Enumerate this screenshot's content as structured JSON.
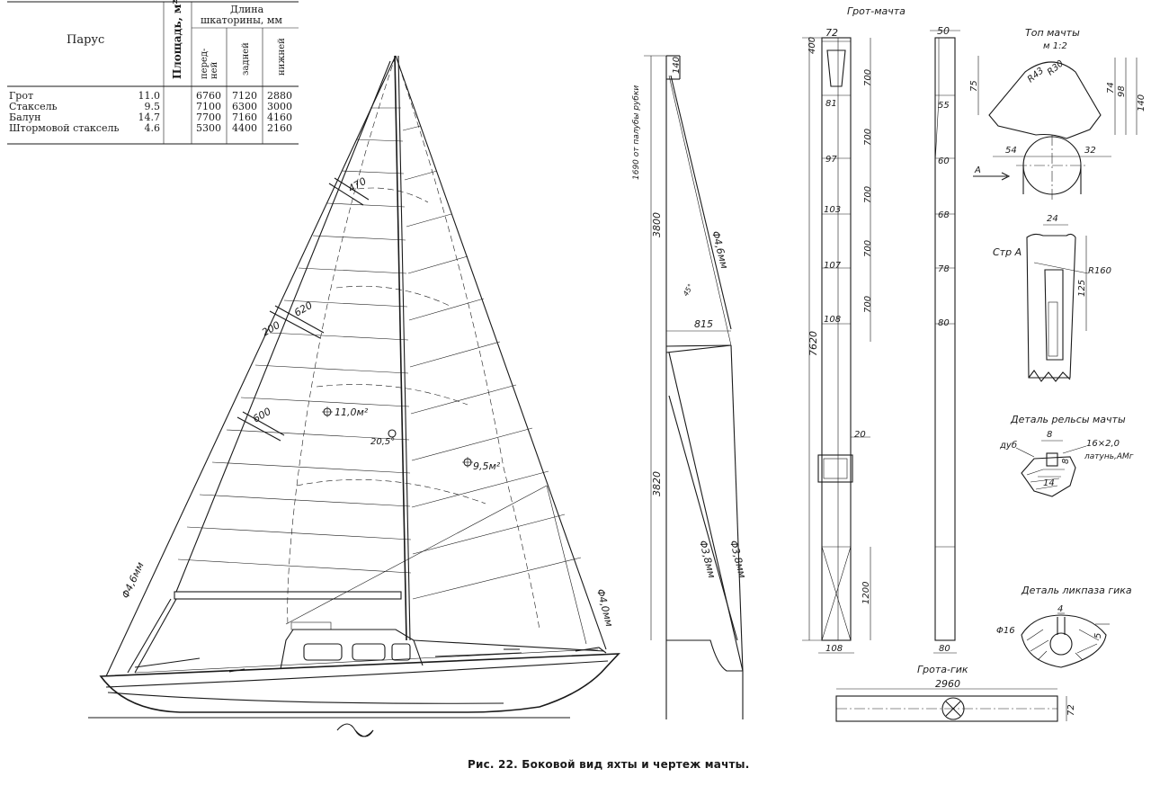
{
  "table": {
    "col_sail": "Парус",
    "col_area": "Площадь, м²",
    "col_length": "Длина",
    "col_length2": "шкаторины, мм",
    "col_front": [
      "перед-",
      "ней"
    ],
    "col_rear": "задней",
    "col_bottom": "нижней",
    "rows": [
      {
        "name": "Грот",
        "area": "11.0",
        "front": "6760",
        "rear": "7120",
        "bottom": "2880"
      },
      {
        "name": "Стаксель",
        "area": "9.5",
        "front": "7100",
        "rear": "6300",
        "bottom": "3000"
      },
      {
        "name": "Балун",
        "area": "14.7",
        "front": "7700",
        "rear": "7160",
        "bottom": "4160"
      },
      {
        "name": "Штормовой стаксель",
        "area": "4.6",
        "front": "5300",
        "rear": "4400",
        "bottom": "2160"
      }
    ]
  },
  "yacht": {
    "dim_470": "470",
    "dim_620": "620",
    "dim_200": "200",
    "dim_600": "600",
    "area_main": "11,0м²",
    "area_jib": "9,5м²",
    "angle": "20,5°",
    "forestay": "Φ4,6мм",
    "backstay": "Φ4,0мм"
  },
  "rig": {
    "dim_140": "140",
    "note": "1690 от палубы рубки",
    "dim_3800": "3800",
    "dim_3820": "3820",
    "shroud_46": "Φ4,6мм",
    "dim_815": "815",
    "shroud_38a": "Φ3,8мм",
    "shroud_38b": "Φ3,8мм",
    "mark": "45°"
  },
  "mast": {
    "title": "Грот-мачта",
    "top_72": "72",
    "top_400": "400",
    "top_50": "50",
    "total_7620": "7620",
    "seg_700": [
      "700",
      "700",
      "700",
      "700",
      "700"
    ],
    "widths_left": [
      "81",
      "97",
      "103",
      "107",
      "108"
    ],
    "widths_right": [
      "55",
      "60",
      "68",
      "78",
      "80"
    ],
    "dim_20": "20",
    "dim_1200": "1200",
    "bottom_108": "108",
    "bottom_80": "80"
  },
  "top": {
    "title": "Топ мачты",
    "scale": "м 1:2",
    "r43": "R43",
    "r30": "R30",
    "d75": "75",
    "d74": "74",
    "d98": "98",
    "d140": "140",
    "d54": "54",
    "d32": "32",
    "arrow": "А"
  },
  "section_a": {
    "title": "Стр А",
    "d24": "24",
    "d125": "125",
    "r160": "R160"
  },
  "rail": {
    "title": "Деталь рельсы мачты",
    "d8a": "8",
    "d8b": "8",
    "d14": "14",
    "bolt": "16×2,0",
    "bolt2": "латунь,АМг",
    "label": "дуб"
  },
  "boom_detail": {
    "title": "Деталь ликпаза гика",
    "d4": "4",
    "d5": "5",
    "d16": "Φ16"
  },
  "boom": {
    "title": "Грота-гик",
    "length": "2960",
    "height": "72"
  },
  "caption": "Рис. 22. Боковой вид яхты и чертеж мачты."
}
